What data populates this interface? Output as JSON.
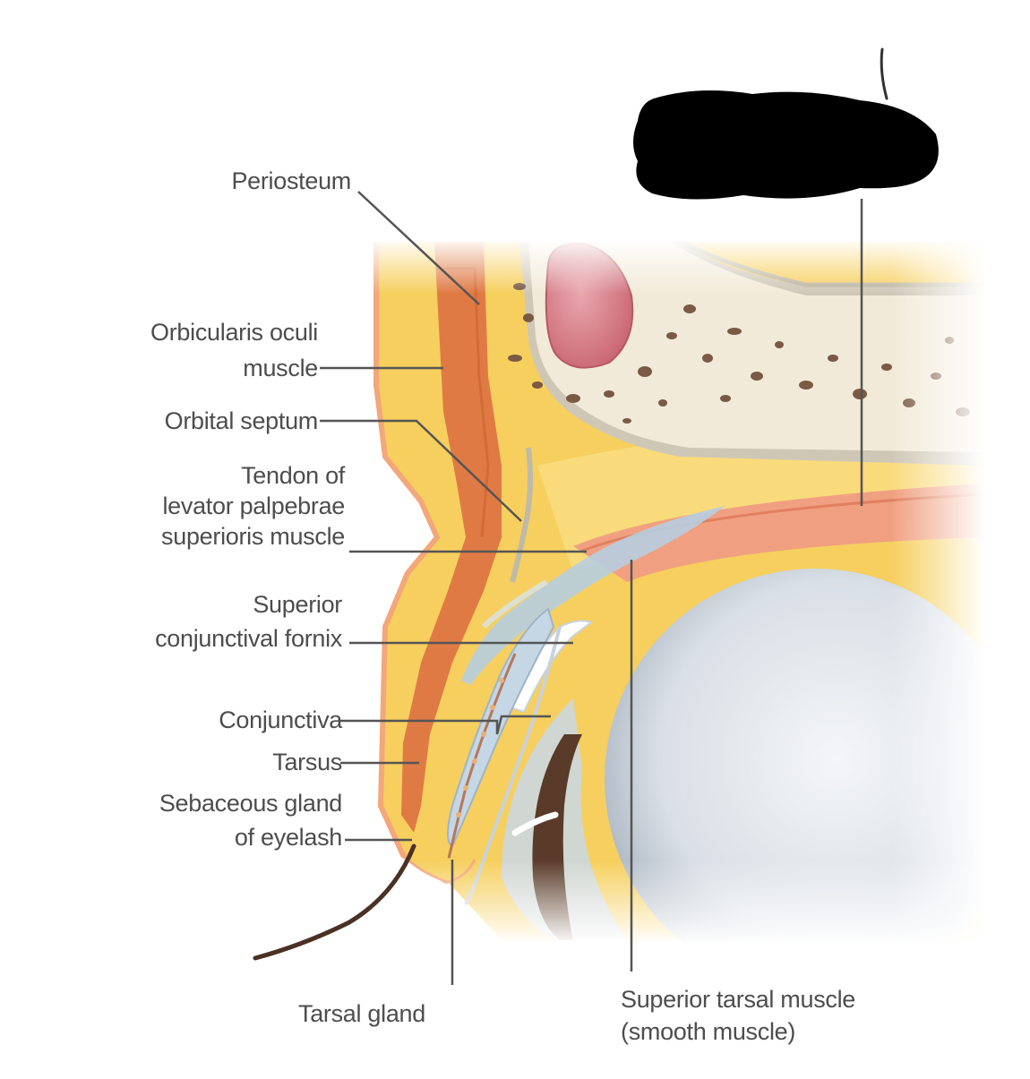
{
  "labels": {
    "periosteum": "Periosteum",
    "orbicularis_1": "Orbicularis oculi",
    "orbicularis_2": "muscle",
    "orbital_septum": "Orbital septum",
    "tendon_1": "Tendon of",
    "tendon_2": "levator palpebrae",
    "tendon_3": "superioris muscle",
    "fornix_1": "Superior",
    "fornix_2": "conjunctival fornix",
    "conjunctiva": "Conjunctiva",
    "tarsus": "Tarsus",
    "sebaceous_1": "Sebaceous gland",
    "sebaceous_2": "of eyelash",
    "tarsal_gland": "Tarsal gland",
    "superior_tarsal_1": "Superior tarsal muscle",
    "superior_tarsal_2": "(smooth muscle)"
  },
  "colors": {
    "fat": "#f6cf5e",
    "fat_light": "#fbe28f",
    "muscle": "#e07a45",
    "bone": "#f2ead8",
    "bone_spots": "#7a5a45",
    "sinus": "#d57d87",
    "eyeball": "#e8ecf0",
    "redaction": "#000000",
    "leader_line": "#555555"
  },
  "icons": {
    "redaction_blob": "redaction-icon"
  }
}
